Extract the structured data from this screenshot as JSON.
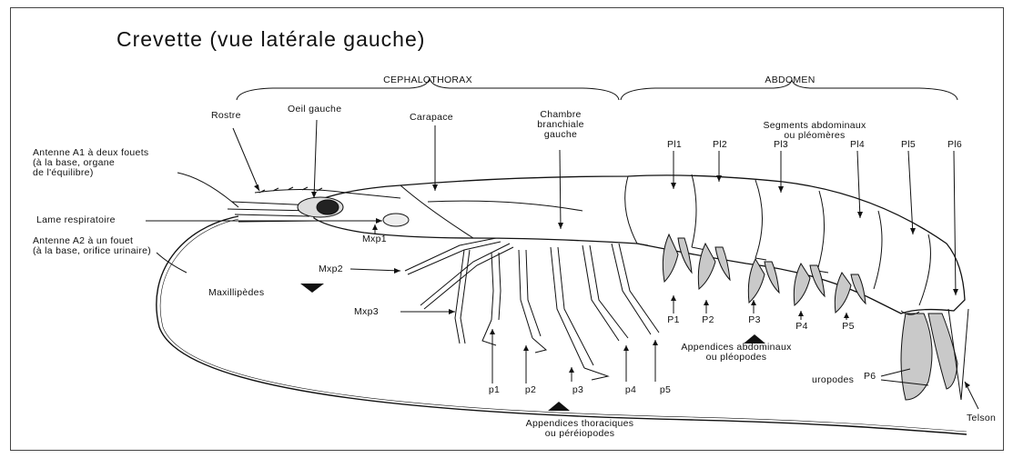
{
  "title": "Crevette  (vue latérale gauche)",
  "regions": {
    "cephalothorax": "CEPHALOTHORAX",
    "abdomen": "ABDOMEN"
  },
  "labels": {
    "rostre": "Rostre",
    "oeil": "Oeil gauche",
    "carapace": "Carapace",
    "chambre": "Chambre\nbranchiale\ngauche",
    "segments": "Segments abdominaux\nou pléomères",
    "antenne_a1": "Antenne A1 à deux fouets\n(à la base, organe\nde l'équilibre)",
    "lame": "Lame respiratoire",
    "antenne_a2": "Antenne A2 à un fouet\n(à la base, orifice urinaire)",
    "mxp1": "Mxp1",
    "mxp2": "Mxp2",
    "mxp3": "Mxp3",
    "maxillipedes": "Maxillipèdes",
    "uropodes": "uropodes",
    "p6": "P6",
    "telson": "Telson",
    "app_abdo": "Appendices abdominaux\nou pléopodes",
    "app_thor": "Appendices thoraciques\nou péréiopodes"
  },
  "segments_abdominaux": [
    "Pl1",
    "Pl2",
    "Pl3",
    "Pl4",
    "Pl5",
    "Pl6"
  ],
  "pleopodes": [
    "P1",
    "P2",
    "P3",
    "P4",
    "P5"
  ],
  "pereiopodes": [
    "p1",
    "p2",
    "p3",
    "p4",
    "p5"
  ],
  "colors": {
    "line": "#111111",
    "shade": "#c9c9c9",
    "background": "#ffffff"
  }
}
